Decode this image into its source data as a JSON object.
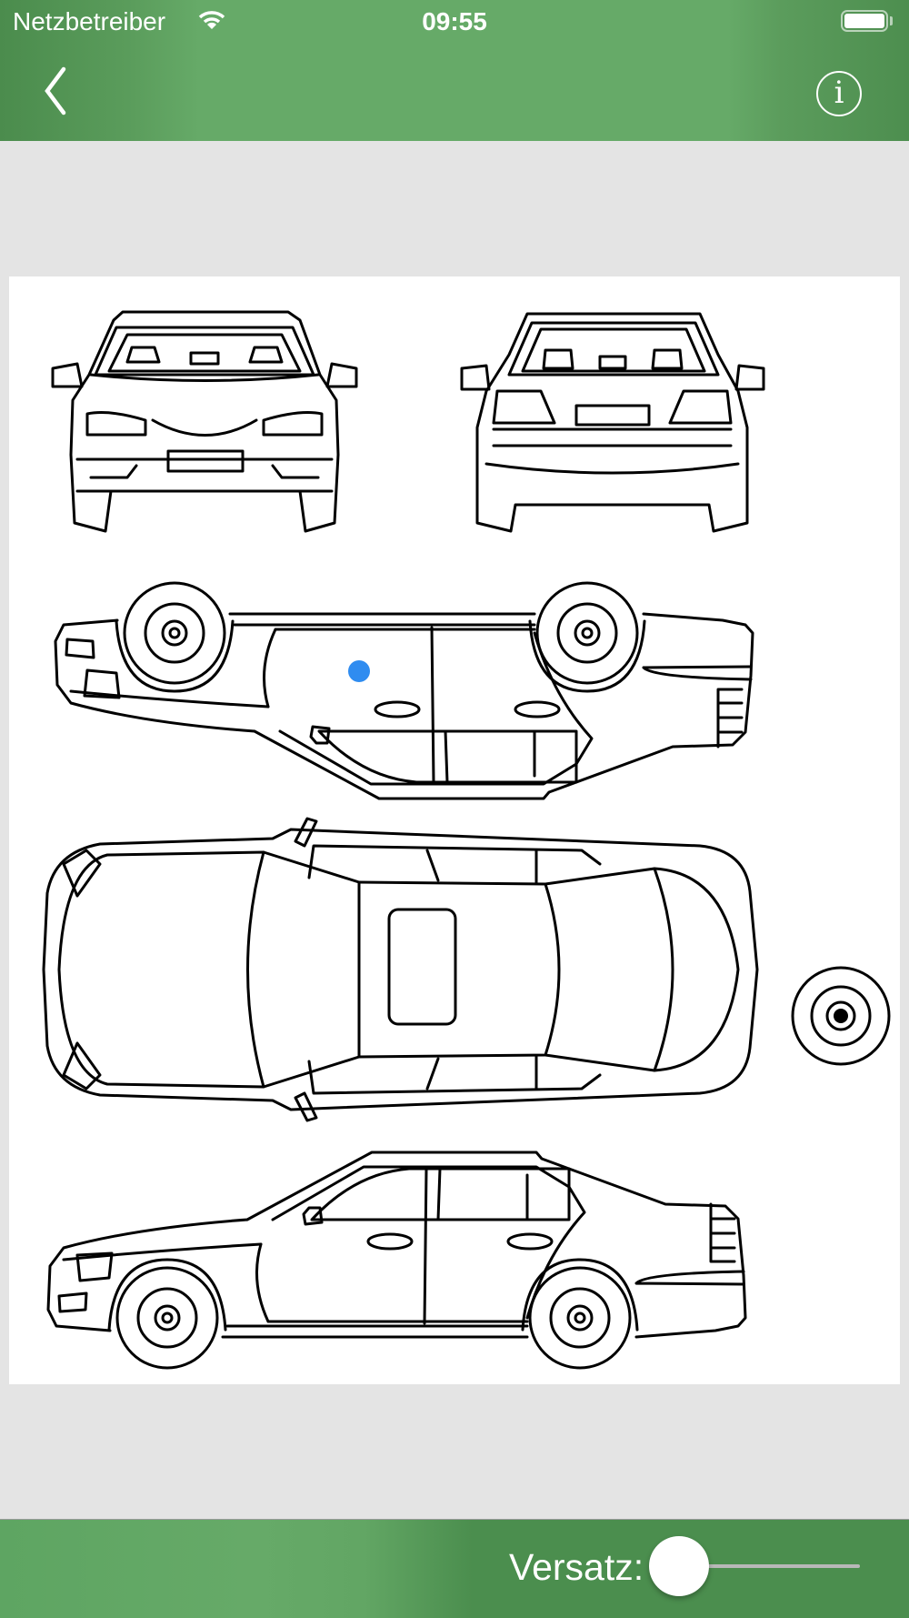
{
  "status_bar": {
    "carrier": "Netzbetreiber",
    "time": "09:55",
    "wifi_icon": "wifi-icon",
    "battery_icon": "battery-full-icon"
  },
  "nav": {
    "back_icon": "chevron-left-icon",
    "info_icon": "info-icon",
    "info_glyph": "i"
  },
  "diagram": {
    "marker_color": "#2f8cf0",
    "views": [
      "front",
      "rear",
      "side-flipped",
      "top",
      "wheel",
      "side"
    ]
  },
  "footer": {
    "offset_label": "Versatz:",
    "offset_value": 0
  },
  "colors": {
    "bar_green": "#66aa68",
    "background": "#e4e4e4"
  }
}
